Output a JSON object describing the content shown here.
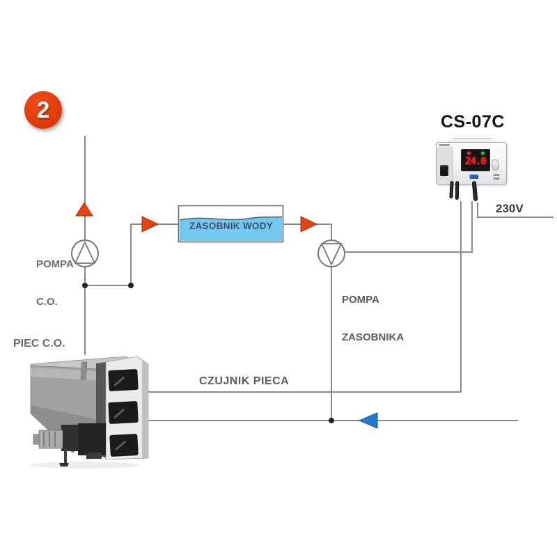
{
  "badge": {
    "number": "2"
  },
  "device": {
    "model": "CS-07C",
    "display_value": "24.0",
    "voltage": "230V"
  },
  "labels": {
    "pump_co_line1": "POMPA",
    "pump_co_line2": "C.O.",
    "tank": "ZASOBNIK WODY",
    "pump_tank_line1": "POMPA",
    "pump_tank_line2": "ZASOBNIKA",
    "boiler": "PIEC C.O.",
    "sensor": "CZUJNIK PIECA"
  },
  "colors": {
    "flow_arrow": "#e8430f",
    "flow_arrow_edge": "#a82c0a",
    "return_arrow": "#1d79d2",
    "return_arrow_edge": "#15589b",
    "water": "#73c8f0",
    "badge_bg": "#de3c08",
    "display_digits": "#ff2222",
    "pipe_line": "#8a8a8a"
  }
}
